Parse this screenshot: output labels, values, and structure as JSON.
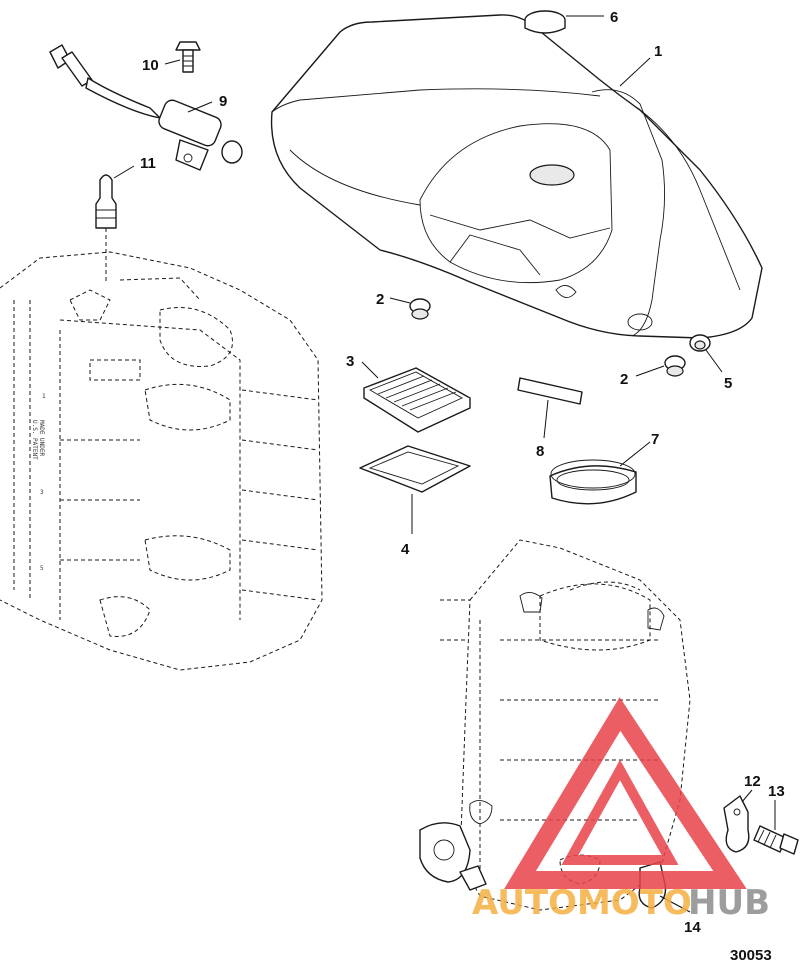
{
  "figure_number": "30053",
  "callouts": [
    {
      "id": "1",
      "label": "1"
    },
    {
      "id": "2a",
      "label": "2"
    },
    {
      "id": "2b",
      "label": "2"
    },
    {
      "id": "3",
      "label": "3"
    },
    {
      "id": "4",
      "label": "4"
    },
    {
      "id": "5",
      "label": "5"
    },
    {
      "id": "6",
      "label": "6"
    },
    {
      "id": "7",
      "label": "7"
    },
    {
      "id": "8",
      "label": "8"
    },
    {
      "id": "9",
      "label": "9"
    },
    {
      "id": "10",
      "label": "10"
    },
    {
      "id": "11",
      "label": "11"
    },
    {
      "id": "12",
      "label": "12"
    },
    {
      "id": "13",
      "label": "13"
    },
    {
      "id": "14",
      "label": "14"
    }
  ],
  "watermark": {
    "brand_part1": "AUTOMOTO",
    "brand_part2": "HUB",
    "color_orange": "#f5b041",
    "color_red": "#e8434a",
    "color_grey": "#8c8c8c"
  },
  "block_marking": [
    "MADE UNDER",
    "U.S. PATENT",
    "1",
    "3",
    "5"
  ]
}
